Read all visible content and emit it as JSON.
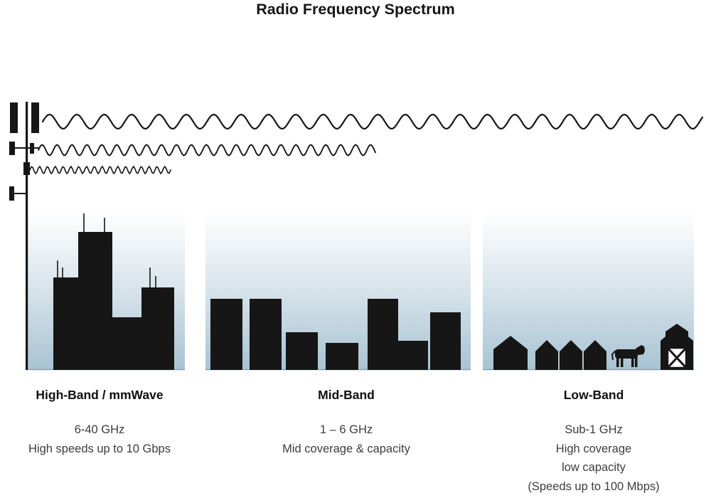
{
  "title": "Radio Frequency Spectrum",
  "bands": [
    {
      "label": "High-Band / mmWave",
      "frequency": "6-40 GHz",
      "lines": [
        "High speeds up to 10 Gbps"
      ]
    },
    {
      "label": "Mid-Band",
      "frequency": "1 – 6 GHz",
      "lines": [
        "Mid coverage & capacity"
      ]
    },
    {
      "label": "Low-Band",
      "frequency": "Sub-1 GHz",
      "lines": [
        "High coverage",
        "low capacity",
        "(Speeds up to 100 Mbps)"
      ]
    }
  ],
  "colors": {
    "ink": "#161616",
    "caption_text": "#3c3c3c",
    "sky_blue": "#a9c3d3"
  }
}
